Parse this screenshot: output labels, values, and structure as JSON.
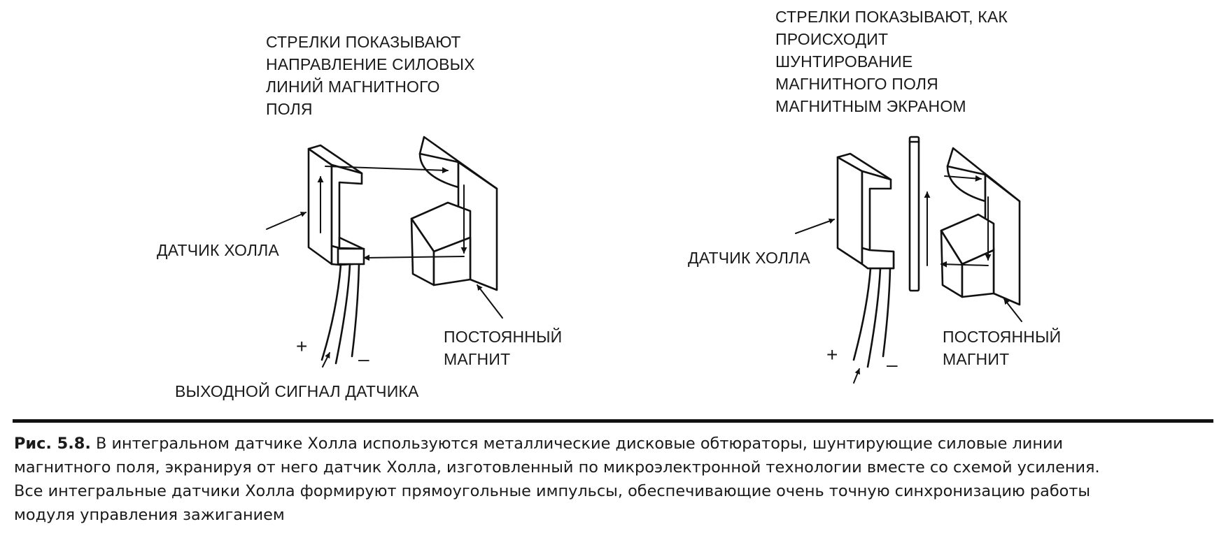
{
  "left_panel": {
    "arrows_note": [
      "СТРЕЛКИ ПОКАЗЫВАЮТ",
      "НАПРАВЛЕНИЕ СИЛОВЫХ",
      "ЛИНИЙ МАГНИТНОГО",
      "ПОЛЯ"
    ],
    "hall_sensor_label": "ДАТЧИК ХОЛЛА",
    "magnet_label": [
      "ПОСТОЯННЫЙ",
      "МАГНИТ"
    ],
    "plus": "+",
    "minus": "–",
    "output_label": "ВЫХОДНОЙ СИГНАЛ ДАТЧИКА"
  },
  "right_panel": {
    "arrows_note": [
      "СТРЕЛКИ ПОКАЗЫВАЮТ, КАК",
      "ПРОИСХОДИТ",
      "ШУНТИРОВАНИЕ",
      "МАГНИТНОГО ПОЛЯ",
      "МАГНИТНЫМ ЭКРАНОМ"
    ],
    "hall_sensor_label": "ДАТЧИК ХОЛЛА",
    "magnet_label": [
      "ПОСТОЯННЫЙ",
      "МАГНИТ"
    ],
    "plus": "+",
    "minus": "–"
  },
  "caption": {
    "figure_number": "Рис. 5.8.",
    "lines": [
      " В интегральном датчике Холла используются металлические дисковые обтюраторы, шунтирующие силовые линии",
      "магнитного поля, экранируя от него датчик Холла, изготовленный по микроэлектронной технологии вместе со схемой усиления.",
      "Все интегральные датчики Холла формируют прямоугольные импульсы, обеспечивающие очень точную синхронизацию работы",
      "модуля управления зажиганием"
    ]
  }
}
